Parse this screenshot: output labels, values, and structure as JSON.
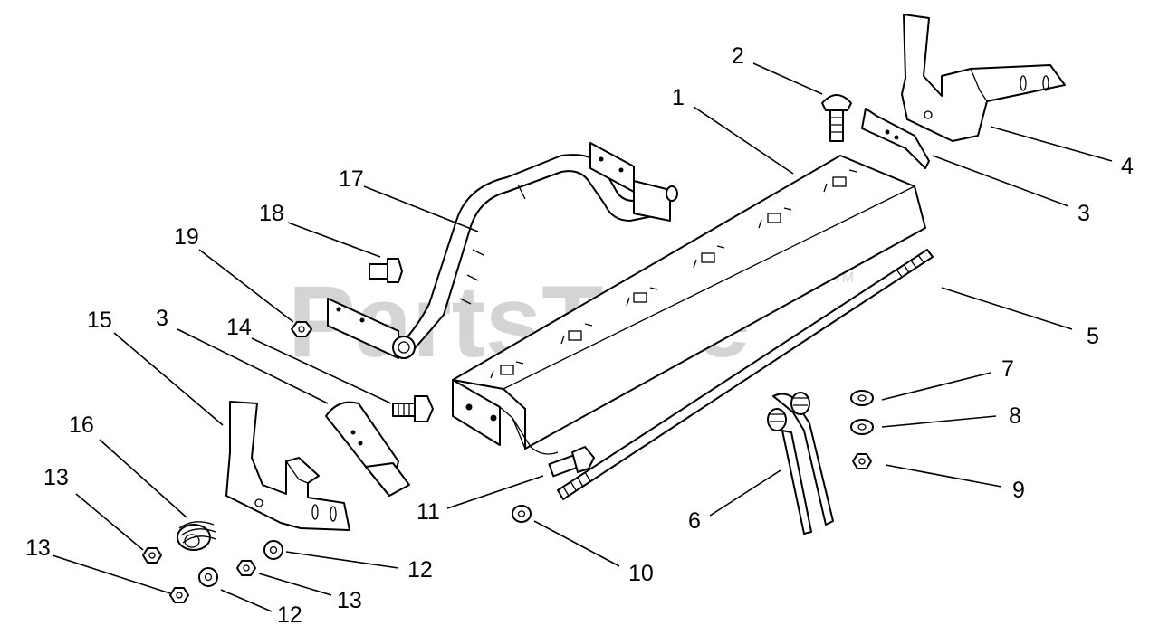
{
  "watermark": {
    "text": "PartsTree",
    "trademark": "TM"
  },
  "callouts": {
    "c1": "1",
    "c2": "2",
    "c3a": "3",
    "c3b": "3",
    "c4": "4",
    "c5": "5",
    "c6": "6",
    "c7": "7",
    "c8": "8",
    "c9": "9",
    "c10": "10",
    "c11": "11",
    "c12a": "12",
    "c12b": "12",
    "c13a": "13",
    "c13b": "13",
    "c13c": "13",
    "c14": "14",
    "c15": "15",
    "c16": "16",
    "c17": "17",
    "c18": "18",
    "c19": "19"
  }
}
